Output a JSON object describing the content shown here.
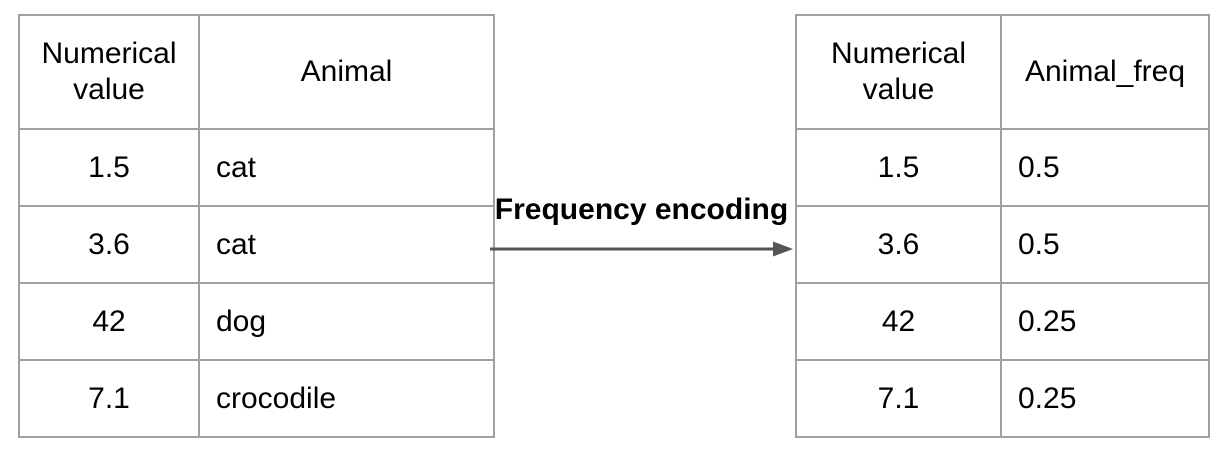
{
  "colors": {
    "background": "#ffffff",
    "text_color": "#000000",
    "border_color": "#a0a0a0",
    "arrow_color": "#555555"
  },
  "arrow": {
    "label": "Frequency encoding"
  },
  "left_table": {
    "headers": [
      "Numerical value",
      "Animal"
    ],
    "rows": [
      [
        "1.5",
        "cat"
      ],
      [
        "3.6",
        "cat"
      ],
      [
        "42",
        "dog"
      ],
      [
        "7.1",
        "crocodile"
      ]
    ]
  },
  "right_table": {
    "headers": [
      "Numerical value",
      "Animal_freq"
    ],
    "rows": [
      [
        "1.5",
        "0.5"
      ],
      [
        "3.6",
        "0.5"
      ],
      [
        "42",
        "0.25"
      ],
      [
        "7.1",
        "0.25"
      ]
    ]
  }
}
